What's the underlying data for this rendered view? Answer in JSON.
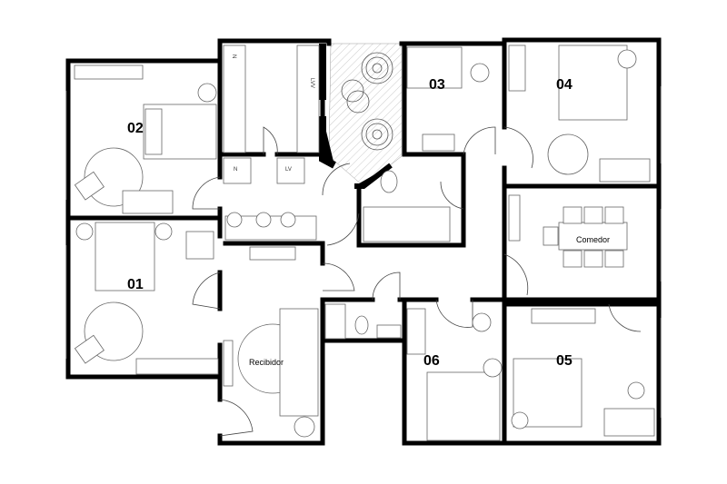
{
  "rooms": {
    "r01": "01",
    "r02": "02",
    "r03": "03",
    "r04": "04",
    "r05": "05",
    "r06": "06",
    "comedor": "Comedor",
    "recibidor": "Recibidor"
  },
  "appliances": {
    "fridge_kitchen": "N",
    "dishwasher": "LVV",
    "fridge_hall": "N",
    "washer_hall": "LV"
  },
  "colors": {
    "wall": "#000000",
    "furniture": "#666666",
    "background": "#ffffff"
  }
}
